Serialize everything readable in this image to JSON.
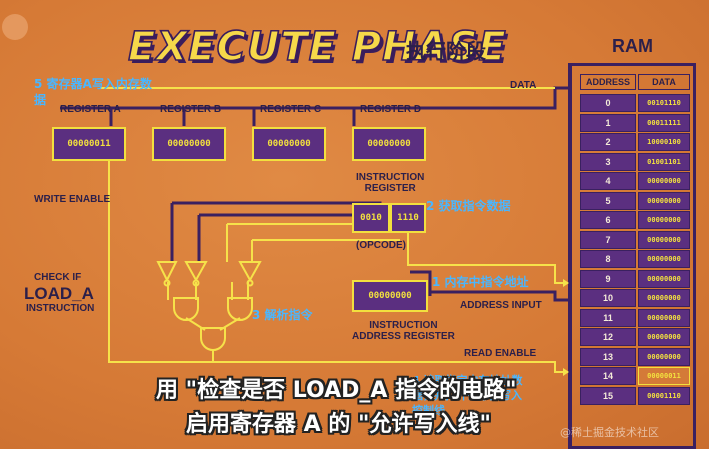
{
  "title": "EXECUTE PHASE",
  "title_cn": "执行阶段",
  "ram": {
    "label": "RAM",
    "col_address": "ADDRESS",
    "col_data": "DATA",
    "rows": [
      {
        "address": "0",
        "data": "00101110"
      },
      {
        "address": "1",
        "data": "00011111"
      },
      {
        "address": "2",
        "data": "10000100"
      },
      {
        "address": "3",
        "data": "01001101"
      },
      {
        "address": "4",
        "data": "00000000"
      },
      {
        "address": "5",
        "data": "00000000"
      },
      {
        "address": "6",
        "data": "00000000"
      },
      {
        "address": "7",
        "data": "00000000"
      },
      {
        "address": "8",
        "data": "00000000"
      },
      {
        "address": "9",
        "data": "00000000"
      },
      {
        "address": "10",
        "data": "00000000"
      },
      {
        "address": "11",
        "data": "00000000"
      },
      {
        "address": "12",
        "data": "00000000"
      },
      {
        "address": "13",
        "data": "00000000"
      },
      {
        "address": "14",
        "data": "00000011"
      },
      {
        "address": "15",
        "data": "00001110"
      }
    ]
  },
  "registers": {
    "a": {
      "label": "REGISTER A",
      "value": "00000011"
    },
    "b": {
      "label": "REGISTER B",
      "value": "00000000"
    },
    "c": {
      "label": "REGISTER C",
      "value": "00000000"
    },
    "d": {
      "label": "REGISTER D",
      "value": "00000000"
    }
  },
  "instruction_register": {
    "label_line1": "INSTRUCTION",
    "label_line2": "REGISTER",
    "opcode": "0010",
    "address": "1110",
    "opcode_label": "(OPCODE)"
  },
  "instruction_address_register": {
    "label_line1": "INSTRUCTION",
    "label_line2": "ADDRESS REGISTER",
    "value": "00000000"
  },
  "labels": {
    "data": "DATA",
    "write_enable": "WRITE ENABLE",
    "check_if": "CHECK IF",
    "load_a": "LOAD_A",
    "instruction": "INSTRUCTION",
    "address_input": "ADDRESS INPUT",
    "read_enable": "READ ENABLE"
  },
  "annotations": {
    "a1": "1 内存中指令地址",
    "a2": "2 获取指令数据",
    "a3": "3 解析指令",
    "a4_line1": "4 读取指定内存地址数",
    "a4_line2": "据，并打开寄存器写入",
    "a4_line3": "控制线",
    "a5_line1": "5 寄存器A写入内存数",
    "a5_line2": "据"
  },
  "subtitle": {
    "line1": "用 \"检查是否 LOAD_A 指令的电路\"",
    "line2": "启用寄存器 A 的 \"允许写入线\""
  },
  "watermark": "@稀土掘金技术社区",
  "colors": {
    "background": "#d9803d",
    "wire": "#f6e24a",
    "dark": "#3a2060",
    "annotation": "#49b6ff"
  }
}
